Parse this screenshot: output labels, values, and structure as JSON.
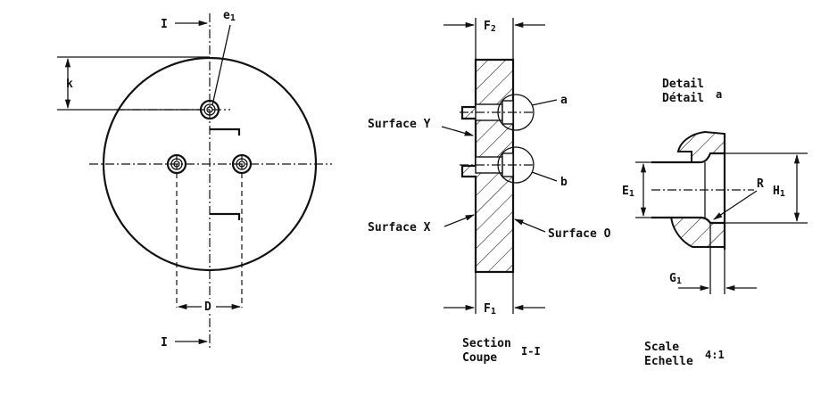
{
  "front_view": {
    "section_mark_top": "I",
    "section_mark_bottom": "I",
    "hole_label": "e",
    "hole_label_sub": "1",
    "dim_k": "k",
    "dim_d": "D"
  },
  "section_view": {
    "dim_top": "F",
    "dim_top_sub": "2",
    "dim_bottom": "F",
    "dim_bottom_sub": "1",
    "detail_a": "a",
    "detail_b": "b",
    "surface_y": "Surface Y",
    "surface_x": "Surface X",
    "surface_o": "Surface O",
    "caption_line1": "Section",
    "caption_line2": "Coupe",
    "caption_id": "I-I"
  },
  "detail_view": {
    "title_line1": "Detail",
    "title_line2": "Détail",
    "title_id": "a",
    "dim_e": "E",
    "dim_e_sub": "1",
    "dim_h": "H",
    "dim_h_sub": "1",
    "dim_g": "G",
    "dim_g_sub": "1",
    "radius": "R",
    "scale_line1": "Scale",
    "scale_line2": "Echelle",
    "scale_value": "4:1"
  }
}
